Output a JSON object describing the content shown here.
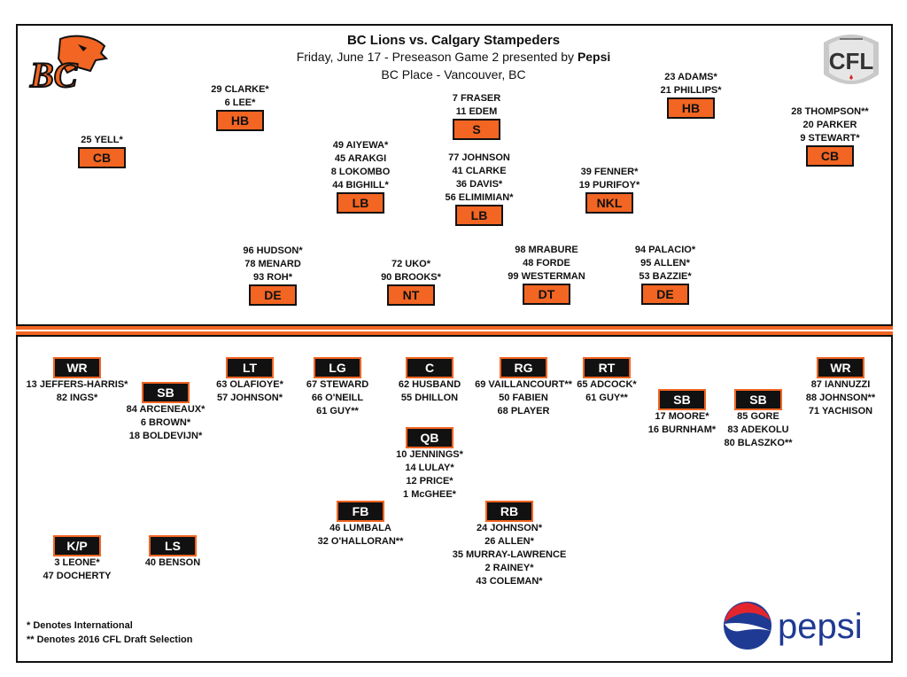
{
  "header": {
    "title": "BC Lions vs. Calgary Stampeders",
    "subtitle_prefix": "Friday, June 17 -  Preseason Game 2 presented by ",
    "subtitle_sponsor": "Pepsi",
    "venue": "BC Place - Vancouver, BC"
  },
  "logos": {
    "bc": "BC",
    "cfl": "CFL",
    "pepsi": "pepsi"
  },
  "colors": {
    "orange": "#f26522",
    "black": "#111111"
  },
  "defense": [
    {
      "id": "cb-left",
      "pos": "CB",
      "players": [
        "25 YELL*"
      ]
    },
    {
      "id": "hb-left",
      "pos": "HB",
      "players": [
        "29 CLARKE*",
        "6 LEE*"
      ]
    },
    {
      "id": "lb-left",
      "pos": "LB",
      "players": [
        "49 AIYEWA*",
        "45 ARAKGI",
        "8 LOKOMBO",
        "44 BIGHILL*"
      ]
    },
    {
      "id": "safety",
      "pos": "S",
      "players": [
        "7 FRASER",
        "11 EDEM"
      ]
    },
    {
      "id": "lb-mid",
      "pos": "LB",
      "players": [
        "77 JOHNSON",
        "41 CLARKE",
        "36 DAVIS*",
        "56 ELIMIMIAN*"
      ]
    },
    {
      "id": "hb-right",
      "pos": "HB",
      "players": [
        "23 ADAMS*",
        "21 PHILLIPS*"
      ]
    },
    {
      "id": "nickel",
      "pos": "NKL",
      "players": [
        "39 FENNER*",
        "19 PURIFOY*"
      ]
    },
    {
      "id": "cb-right",
      "pos": "CB",
      "players": [
        "28 THOMPSON**",
        "20 PARKER",
        "9 STEWART*"
      ]
    },
    {
      "id": "de-left",
      "pos": "DE",
      "players": [
        "96  HUDSON*",
        "78 MENARD",
        "93 ROH*"
      ]
    },
    {
      "id": "nt",
      "pos": "NT",
      "players": [
        "72 UKO*",
        "90 BROOKS*"
      ]
    },
    {
      "id": "dt",
      "pos": "DT",
      "players": [
        "98 MRABURE",
        "48 FORDE",
        "99 WESTERMAN"
      ]
    },
    {
      "id": "de-right",
      "pos": "DE",
      "players": [
        "94 PALACIO*",
        "95 ALLEN*",
        "53 BAZZIE*"
      ]
    }
  ],
  "offense": [
    {
      "id": "wr-left",
      "pos": "WR",
      "players": [
        "13 JEFFERS-HARRIS*",
        "82 INGS*"
      ]
    },
    {
      "id": "sb-left",
      "pos": "SB",
      "players": [
        "84 ARCENEAUX*",
        "6 BROWN*",
        "18 BOLDEVIJN*"
      ]
    },
    {
      "id": "lt",
      "pos": "LT",
      "players": [
        "63 OLAFIOYE*",
        "57 JOHNSON*"
      ]
    },
    {
      "id": "lg",
      "pos": "LG",
      "players": [
        "67 STEWARD",
        "66 O'NEILL",
        "61 GUY**"
      ]
    },
    {
      "id": "c",
      "pos": "C",
      "players": [
        "62 HUSBAND",
        "55 DHILLON"
      ]
    },
    {
      "id": "rg",
      "pos": "RG",
      "players": [
        "69 VAILLANCOURT**",
        "50 FABIEN",
        "68 PLAYER"
      ]
    },
    {
      "id": "rt",
      "pos": "RT",
      "players": [
        "65 ADCOCK*",
        "61 GUY**"
      ]
    },
    {
      "id": "sb-mid",
      "pos": "SB",
      "players": [
        "17 MOORE*",
        "16 BURNHAM*"
      ]
    },
    {
      "id": "sb-right",
      "pos": "SB",
      "players": [
        "85 GORE",
        "83 ADEKOLU",
        "80 BLASZKO**"
      ]
    },
    {
      "id": "wr-right",
      "pos": "WR",
      "players": [
        "87 IANNUZZI",
        "88 JOHNSON**",
        "71 YACHISON"
      ]
    },
    {
      "id": "qb",
      "pos": "QB",
      "players": [
        "10  JENNINGS*",
        "14 LULAY*",
        "12 PRICE*",
        "1 McGHEE*"
      ]
    },
    {
      "id": "fb",
      "pos": "FB",
      "players": [
        "46 LUMBALA",
        "32 O'HALLORAN**"
      ]
    },
    {
      "id": "rb",
      "pos": "RB",
      "players": [
        "24 JOHNSON*",
        "26 ALLEN*",
        "35 MURRAY-LAWRENCE",
        "2 RAINEY*",
        "43 COLEMAN*"
      ]
    },
    {
      "id": "kp",
      "pos": "K/P",
      "players": [
        "3 LEONE*",
        "47 DOCHERTY"
      ]
    },
    {
      "id": "ls",
      "pos": "LS",
      "players": [
        "40 BENSON"
      ]
    }
  ],
  "legend": {
    "international": "* Denotes International",
    "draft": "** Denotes 2016 CFL Draft Selection"
  }
}
